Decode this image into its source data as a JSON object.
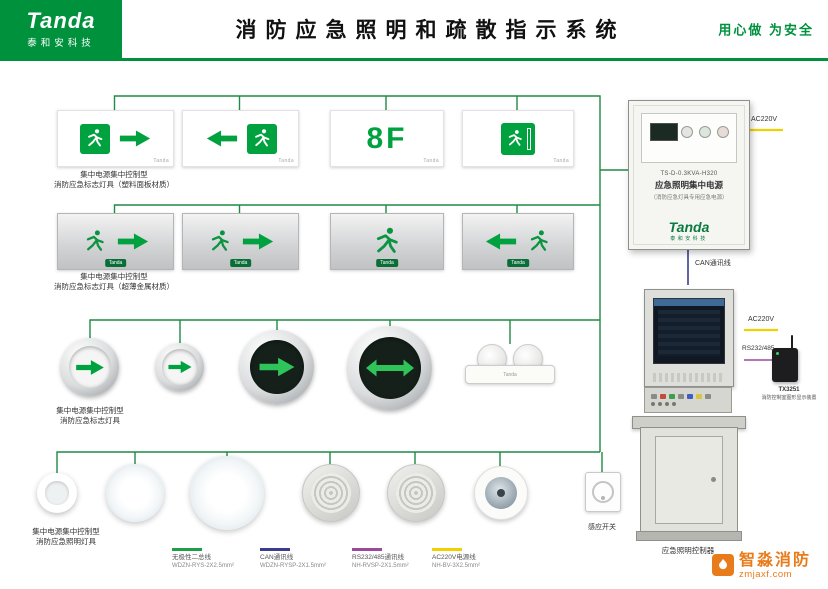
{
  "brand": "Tanda",
  "header": {
    "brand": "Tanda",
    "company": "泰和安科技",
    "title": "消防应急照明和疏散指示系统",
    "slogan": "用心做 为安全"
  },
  "row_labels": [
    {
      "line1": "集中电源集中控制型",
      "line2": "消防应急标志灯具（塑料面板材质）"
    },
    {
      "line1": "集中电源集中控制型",
      "line2": "消防应急标志灯具（超薄金属材质）"
    },
    {
      "line1": "集中电源集中控制型",
      "line2": "消防应急标志灯具"
    },
    {
      "line1": "集中电源集中控制型",
      "line2": "消防应急照明灯具"
    }
  ],
  "floor_sign_text": "8F",
  "cabinet": {
    "model": "TS-D-0.3KVA-H320",
    "name": "应急照明集中电源",
    "subtitle": "（消防应急灯具专用应急电源）",
    "brand": "Tanda",
    "brand_sub": "泰和安科技"
  },
  "connections": {
    "ac220v": "AC220V",
    "can": "CAN通讯线",
    "rs232": "RS232/485"
  },
  "tx_module": {
    "model": "TX3251",
    "name": "消防控制室图形显示装置"
  },
  "controller_label": "应急照明控制器",
  "sensor_switch_label": "感应开关",
  "legend": [
    {
      "color": "#1f9e4a",
      "name": "无极性二总线",
      "spec": "WDZN-RYS-2X2.5mm²"
    },
    {
      "color": "#3b3b8f",
      "name": "CAN通讯线",
      "spec": "WDZN-RYSP-2X1.5mm²"
    },
    {
      "color": "#9b4a9b",
      "name": "RS232/485通讯线",
      "spec": "NH-RVSP-2X1.5mm²"
    },
    {
      "color": "#f0d000",
      "name": "AC220V电源线",
      "spec": "NH-BV-3X2.5mm²"
    }
  ],
  "watermark": {
    "name": "智淼消防",
    "url": "zmjaxf.com"
  },
  "icons": {
    "running-man-icon": "pictogram of running person",
    "arrow-right-icon": "→",
    "arrow-left-icon": "←",
    "double-arrow-icon": "⇆",
    "exit-door-icon": "door frame",
    "flame-icon": "flame"
  },
  "colors": {
    "green": "#00913d",
    "wire_green": "#1f8a45",
    "can_wire": "#3b3b8f",
    "rs_wire": "#9b4a9b",
    "power_wire": "#f0d000",
    "watermark_orange": "#e87b1a"
  }
}
